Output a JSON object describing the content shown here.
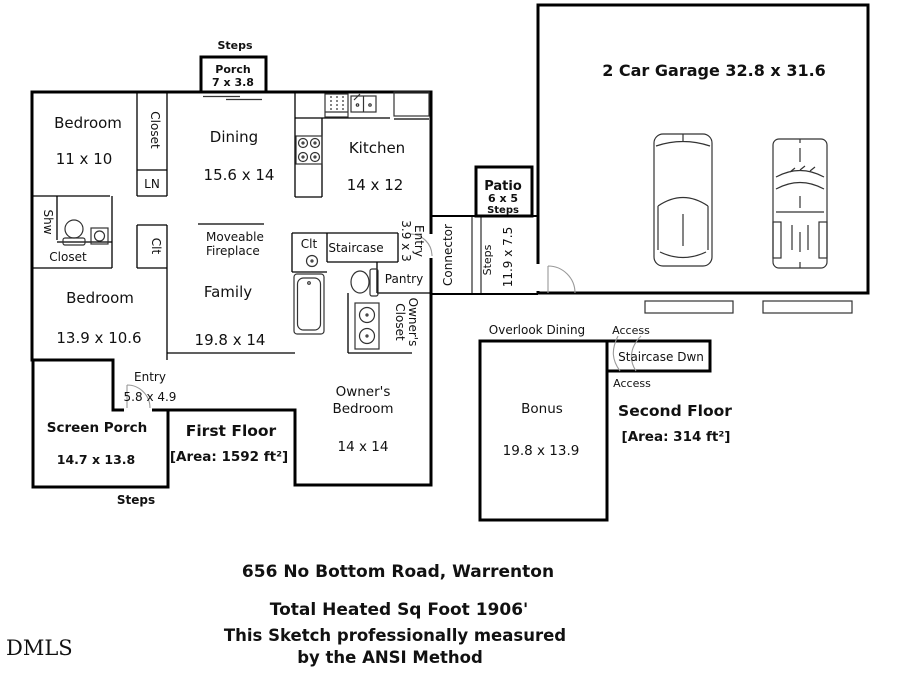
{
  "plan": {
    "garage_label": "2 Car Garage 32.8 x 31.6",
    "porch_steps": "Steps",
    "porch_name": "Porch",
    "porch_dim": "7 x 3.8",
    "bedroom1_name": "Bedroom",
    "bedroom1_dim": "11 x 10",
    "closet_top": "Closet",
    "ln": "LN",
    "dining_name": "Dining",
    "dining_dim": "15.6 x 14",
    "kitchen_name": "Kitchen",
    "kitchen_dim": "14 x 12",
    "shw": "Shw",
    "bath_closet": "Closet",
    "clt_left": "Clt",
    "bedroom2_name": "Bedroom",
    "bedroom2_dim": "13.9 x 10.6",
    "fireplace_line1": "Moveable",
    "fireplace_line2": "Fireplace",
    "family_name": "Family",
    "family_dim": "19.8 x 14",
    "clt_mid": "Clt",
    "staircase": "Staircase",
    "entry_inner_name": "Entry",
    "entry_inner_dim": "3.9 x 3",
    "pantry": "Pantry",
    "owners_closet_line1": "Owner's",
    "owners_closet_line2": "Closet",
    "patio_name": "Patio",
    "patio_dim": "6 x 5",
    "patio_steps": "Steps",
    "connector": "Connector",
    "conn_steps": "Steps",
    "conn_steps_dim": "11.9 x 7.5",
    "owners_bedroom_line1": "Owner's",
    "owners_bedroom_line2": "Bedroom",
    "owners_bedroom_dim": "14 x 14",
    "entry_name": "Entry",
    "entry_dim": "5.8 x 4.9",
    "screen_porch_name": "Screen Porch",
    "screen_porch_dim": "14.7 x 13.8",
    "screen_porch_steps": "Steps",
    "first_floor_title": "First Floor",
    "first_floor_area": "[Area: 1592 ft²]",
    "overlook": "Overlook Dining",
    "access_top": "Access",
    "access_bottom": "Access",
    "staircase_dwn": "Staircase Dwn",
    "bonus_name": "Bonus",
    "bonus_dim": "19.8 x 13.9",
    "second_floor_title": "Second Floor",
    "second_floor_area": "[Area: 314 ft²]"
  },
  "footer": {
    "address": "656 No Bottom Road, Warrenton",
    "total_heated": "Total Heated Sq Foot 1906'",
    "method_line1": "This Sketch professionally measured",
    "method_line2": "by the ANSI Method",
    "watermark": "DMLS"
  }
}
